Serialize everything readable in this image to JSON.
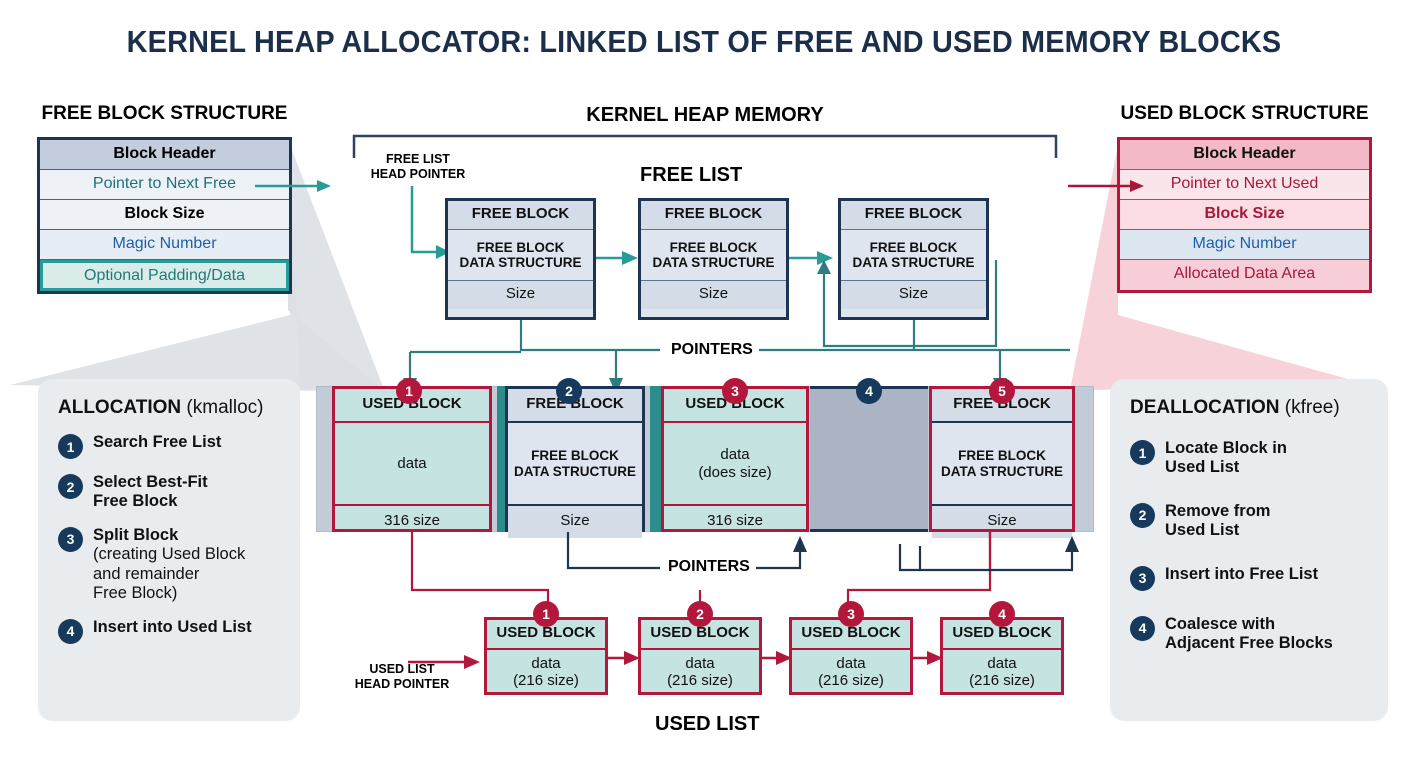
{
  "title": "KERNEL HEAP ALLOCATOR: LINKED LIST OF FREE AND USED MEMORY BLOCKS",
  "colors": {
    "title_navy": "#1b2f4b",
    "navy": "#16395c",
    "crimson": "#b3173b",
    "teal": "#279b95",
    "panel_gray": "#e9ecef"
  },
  "free_structure": {
    "heading": "FREE BLOCK STRUCTURE",
    "rows": [
      "Block Header",
      "Pointer to Next Free",
      "Block Size",
      "Magic Number",
      "Optional Padding/Data"
    ]
  },
  "used_structure": {
    "heading": "USED BLOCK STRUCTURE",
    "rows": [
      "Block Header",
      "Pointer to Next Used",
      "Block Size",
      "Magic Number",
      "Allocated Data Area"
    ]
  },
  "heap": {
    "heading": "KERNEL HEAP MEMORY",
    "free_list_label": "FREE LIST",
    "used_list_label": "USED LIST",
    "free_head_pointer": "FREE LIST\nHEAD POINTER",
    "free_head_pointer_l1": "FREE LIST",
    "free_head_pointer_l2": "HEAD POINTER",
    "used_head_pointer_l1": "USED LIST",
    "used_head_pointer_l2": "HEAD POINTER",
    "pointers_label_top": "POINTERS",
    "pointers_label_bottom": "POINTERS"
  },
  "free_list_blocks": [
    {
      "title": "FREE BLOCK",
      "middle_l1": "FREE BLOCK",
      "middle_l2": "DATA STRUCTURE",
      "bottom": "Size"
    },
    {
      "title": "FREE BLOCK",
      "middle_l1": "FREE BLOCK",
      "middle_l2": "DATA STRUCTURE",
      "bottom": "Size"
    },
    {
      "title": "FREE BLOCK",
      "middle_l1": "FREE BLOCK",
      "middle_l2": "DATA STRUCTURE",
      "bottom": "Size"
    }
  ],
  "heap_blocks": [
    {
      "badge": "1",
      "badge_style": "red",
      "kind": "used",
      "title": "USED BLOCK",
      "middle_l1": "data",
      "middle_l2": "",
      "bottom": "316 size"
    },
    {
      "badge": "2",
      "badge_style": "navy",
      "kind": "free",
      "title": "FREE BLOCK",
      "middle_l1": "FREE BLOCK",
      "middle_l2": "DATA STRUCTURE",
      "bottom": "Size"
    },
    {
      "badge": "3",
      "badge_style": "red",
      "kind": "used",
      "title": "USED BLOCK",
      "middle_l1": "data",
      "middle_l2": "(does size)",
      "bottom": "316 size"
    },
    {
      "badge": "4",
      "badge_style": "navy",
      "kind": "gray",
      "title": "",
      "middle_l1": "",
      "middle_l2": "",
      "bottom": ""
    },
    {
      "badge": "5",
      "badge_style": "red",
      "kind": "free",
      "title": "FREE BLOCK",
      "middle_l1": "FREE BLOCK",
      "middle_l2": "DATA STRUCTURE",
      "bottom": "Size"
    }
  ],
  "used_list_blocks": [
    {
      "badge": "1",
      "title": "USED BLOCK",
      "line1": "data",
      "line2": "(216 size)"
    },
    {
      "badge": "2",
      "title": "USED BLOCK",
      "line1": "data",
      "line2": "(216 size)"
    },
    {
      "badge": "3",
      "title": "USED BLOCK",
      "line1": "data",
      "line2": "(216 size)"
    },
    {
      "badge": "4",
      "title": "USED BLOCK",
      "line1": "data",
      "line2": "(216 size)"
    }
  ],
  "allocation": {
    "title_bold": "ALLOCATION",
    "title_soft": " (kmalloc)",
    "steps": [
      {
        "num": "1",
        "main": "Search Free List",
        "sub": ""
      },
      {
        "num": "2",
        "main": "Select Best-Fit\nFree Block",
        "sub": ""
      },
      {
        "num": "3",
        "main": "Split Block",
        "sub": "(creating Used Block\nand remainder\nFree Block)"
      },
      {
        "num": "4",
        "main": "Insert into Used List",
        "sub": ""
      }
    ]
  },
  "deallocation": {
    "title_bold": "DEALLOCATION",
    "title_soft": " (kfree)",
    "steps": [
      {
        "num": "1",
        "main": "Locate Block in\nUsed List",
        "sub": ""
      },
      {
        "num": "2",
        "main": "Remove from\nUsed List",
        "sub": ""
      },
      {
        "num": "3",
        "main": "Insert into Free List",
        "sub": ""
      },
      {
        "num": "4",
        "main": "Coalesce with\nAdjacent Free Blocks",
        "sub": ""
      }
    ]
  }
}
